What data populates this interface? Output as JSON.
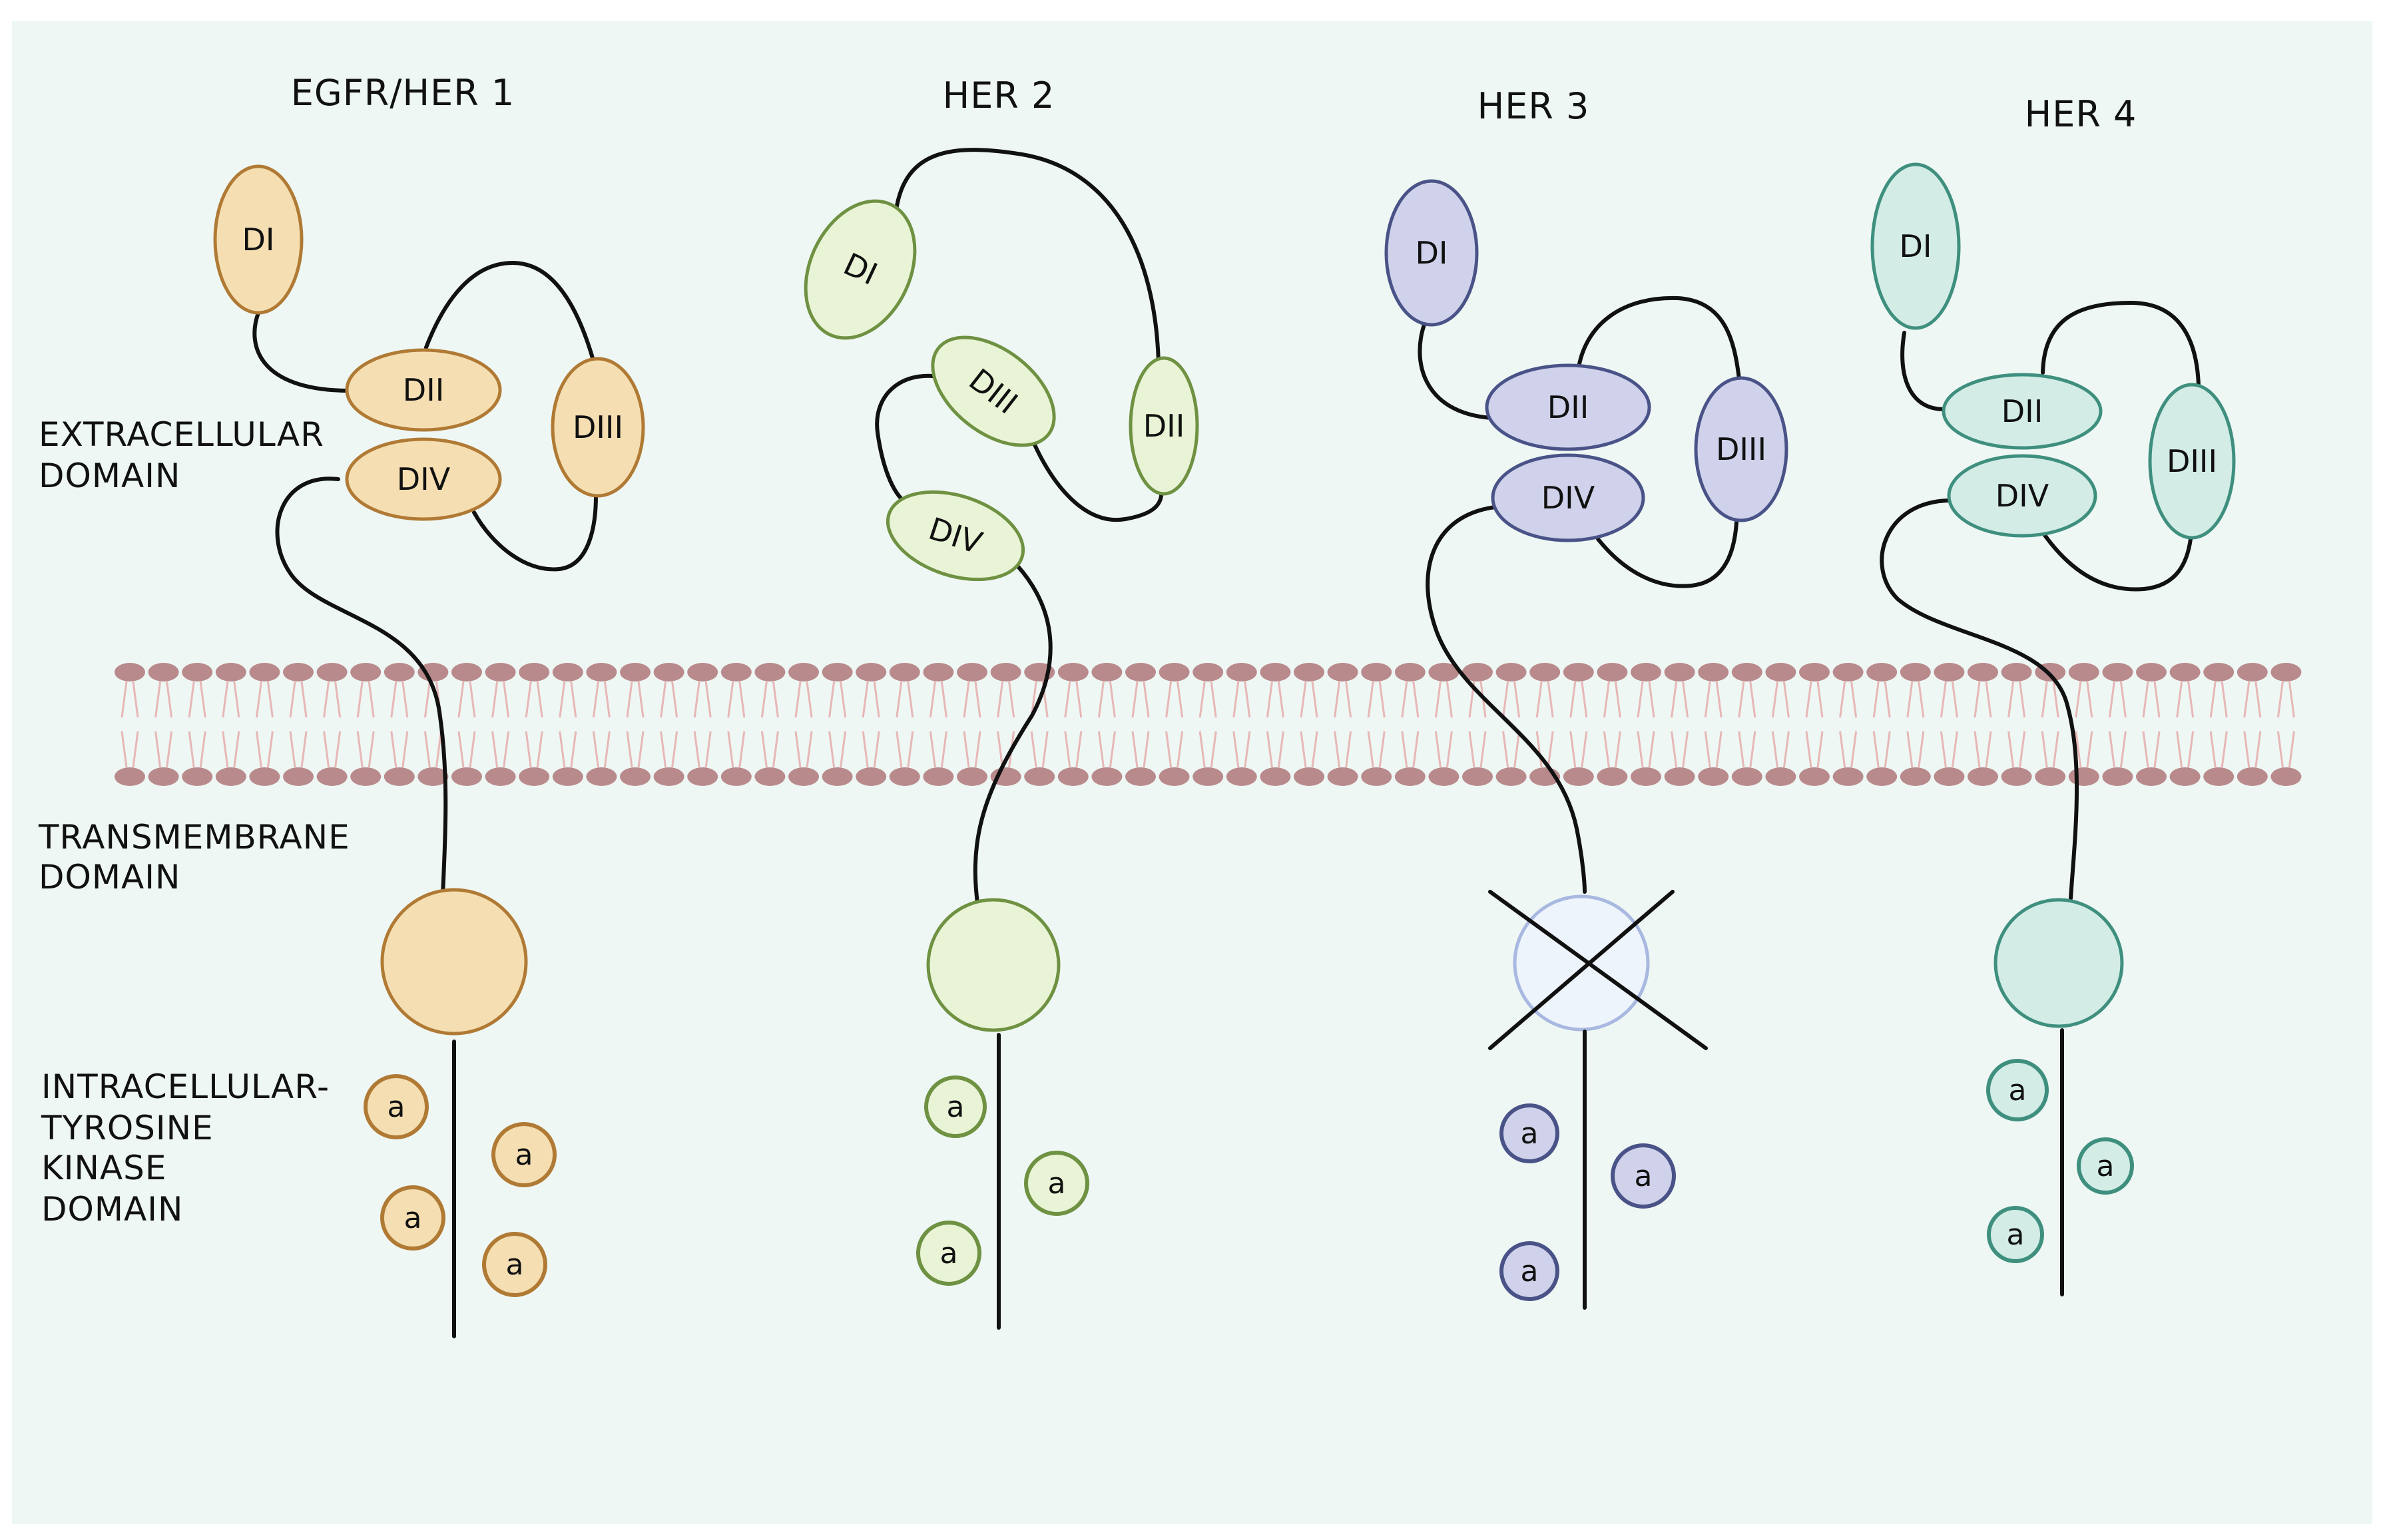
{
  "side_labels": {
    "extracellular": [
      "EXTRACELLULAR",
      "DOMAIN"
    ],
    "transmembrane": [
      "TRANSMEMBRANE",
      "DOMAIN"
    ],
    "intracellular": [
      "INTRACELLULAR-",
      "TYROSINE",
      "KINASE",
      "DOMAIN"
    ]
  },
  "domain_labels": {
    "d1": "DI",
    "d2": "DII",
    "d3": "DIII",
    "d4": "DIV",
    "tyrosine": "a"
  },
  "receptors": [
    {
      "title": "EGFR/HER 1",
      "colors": {
        "fill": "#f5dfb2",
        "stroke": "#b07a35"
      },
      "kinase": "active"
    },
    {
      "title": "HER 2",
      "colors": {
        "fill": "#e9f4d6",
        "stroke": "#6f9142"
      },
      "kinase": "active"
    },
    {
      "title": "HER 3",
      "colors": {
        "fill": "#cfd2ea",
        "stroke": "#4a5387",
        "kinase_fill": "#eef4fc",
        "kinase_stroke": "#a9b8e0"
      },
      "kinase": "inactive-crossed"
    },
    {
      "title": "HER 4",
      "colors": {
        "fill": "#d3ece6",
        "stroke": "#3f8f7f"
      },
      "kinase": "active"
    }
  ],
  "colors": {
    "background": "#eef7f4",
    "membrane_head": "#b98a8c",
    "membrane_tail": "#e7b7b7",
    "line": "#111111"
  }
}
